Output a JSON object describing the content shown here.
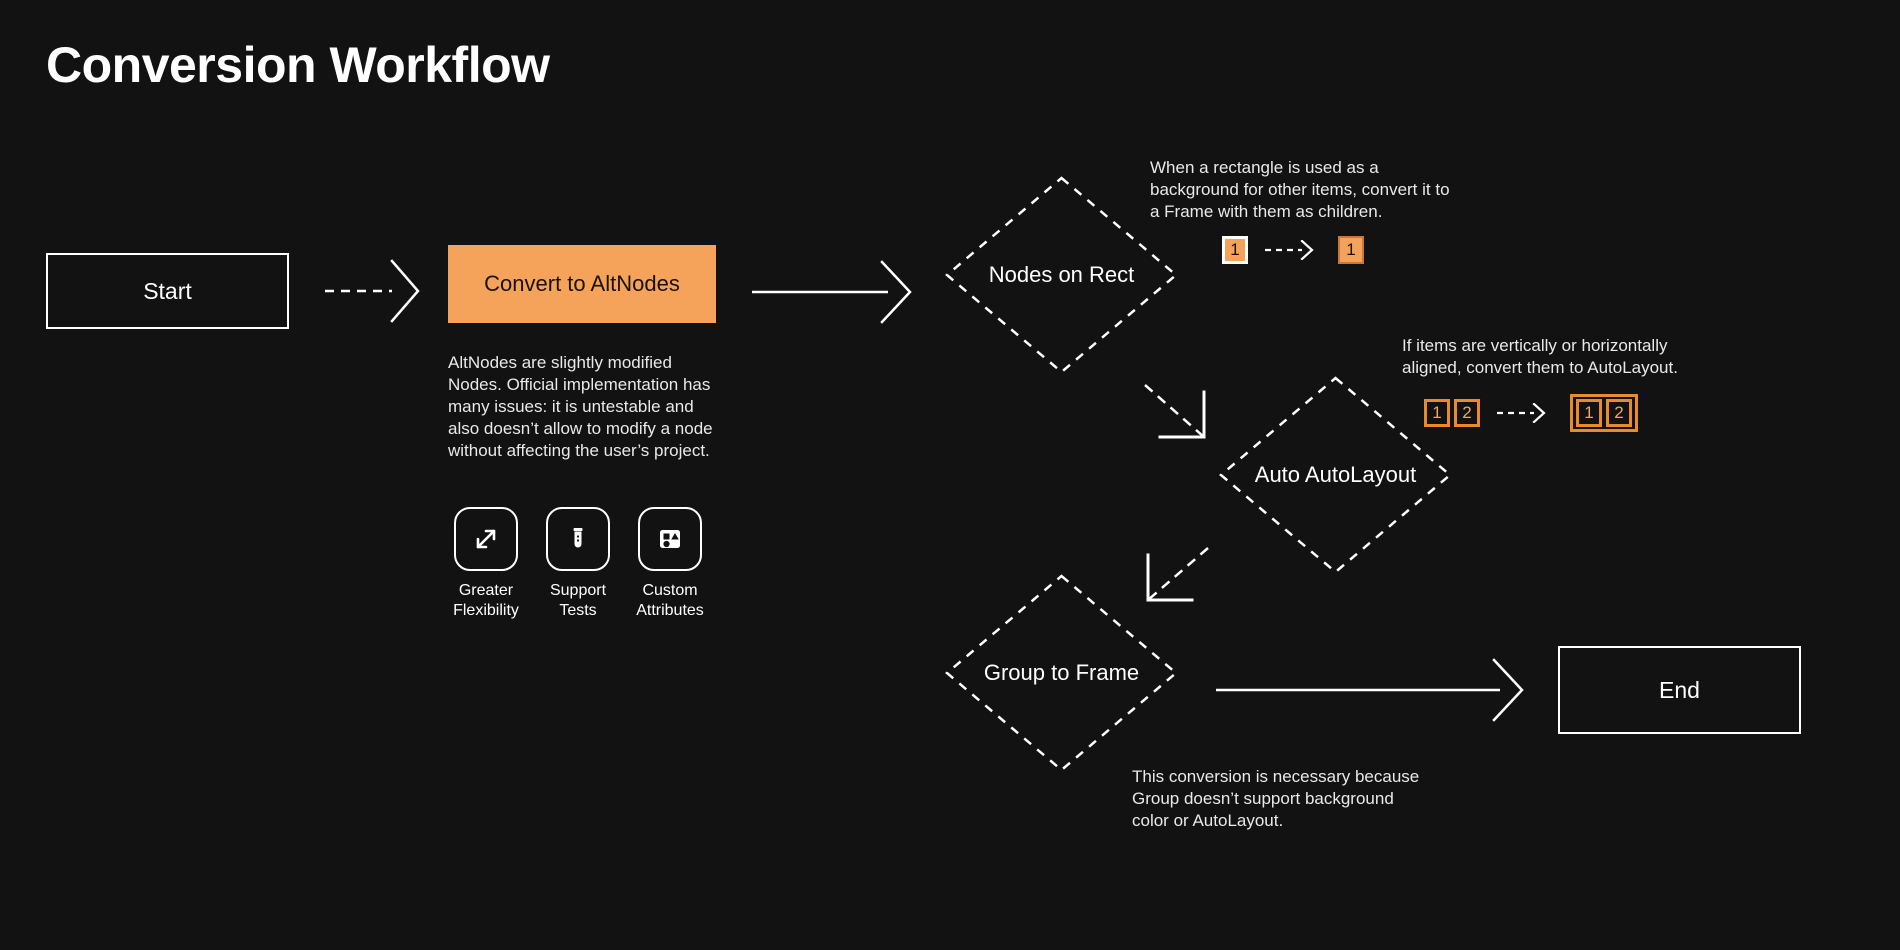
{
  "page": {
    "title": "Conversion Workflow",
    "background_color": "#121212",
    "accent_color": "#f5a25a",
    "text_color": "#ffffff"
  },
  "nodes": {
    "start": {
      "label": "Start",
      "shape": "rectangle"
    },
    "convert": {
      "label": "Convert to AltNodes",
      "shape": "rectangle-filled",
      "fill": "#f5a25a"
    },
    "nodes_on_rect": {
      "label": "Nodes on Rect",
      "shape": "diamond"
    },
    "auto_autolayout": {
      "label": "Auto AutoLayout",
      "shape": "diamond"
    },
    "group_to_frame": {
      "label": "Group to Frame",
      "shape": "diamond"
    },
    "end": {
      "label": "End",
      "shape": "rectangle"
    }
  },
  "descriptions": {
    "convert": "AltNodes are slightly modified Nodes. Official implementation has many issues: it is untestable and also doesn’t allow to modify a node without affecting the user’s project.",
    "nodes_on_rect": "When a rectangle is used as a background for other items, convert it to a Frame with them as children.",
    "auto_autolayout": "If items are vertically or horizontally aligned, convert them to AutoLayout.",
    "group_to_frame": "This conversion is necessary because Group doesn’t support background color or AutoLayout."
  },
  "features": [
    {
      "icon": "expand-arrows-icon",
      "label": "Greater\nFlexibility"
    },
    {
      "icon": "test-tube-icon",
      "label": "Support\nTests"
    },
    {
      "icon": "shapes-card-icon",
      "label": "Custom\nAttributes"
    }
  ],
  "badge_illustrations": {
    "nodes_on_rect": {
      "before": [
        "1"
      ],
      "after": [
        "1"
      ],
      "connector": "dashed-arrow"
    },
    "auto_autolayout": {
      "before": [
        "1",
        "2"
      ],
      "after": [
        "1",
        "2"
      ],
      "connector": "dashed-arrow"
    }
  },
  "connectors": [
    {
      "from": "start",
      "to": "convert",
      "style": "dashed",
      "head": "chevron"
    },
    {
      "from": "convert",
      "to": "nodes_on_rect",
      "style": "solid",
      "head": "chevron"
    },
    {
      "from": "nodes_on_rect",
      "to": "auto_autolayout",
      "style": "dashed-diagonal",
      "head": "corner-down-right"
    },
    {
      "from": "auto_autolayout",
      "to": "group_to_frame",
      "style": "dashed-diagonal",
      "head": "corner-down-left"
    },
    {
      "from": "group_to_frame",
      "to": "end",
      "style": "solid",
      "head": "chevron"
    }
  ]
}
